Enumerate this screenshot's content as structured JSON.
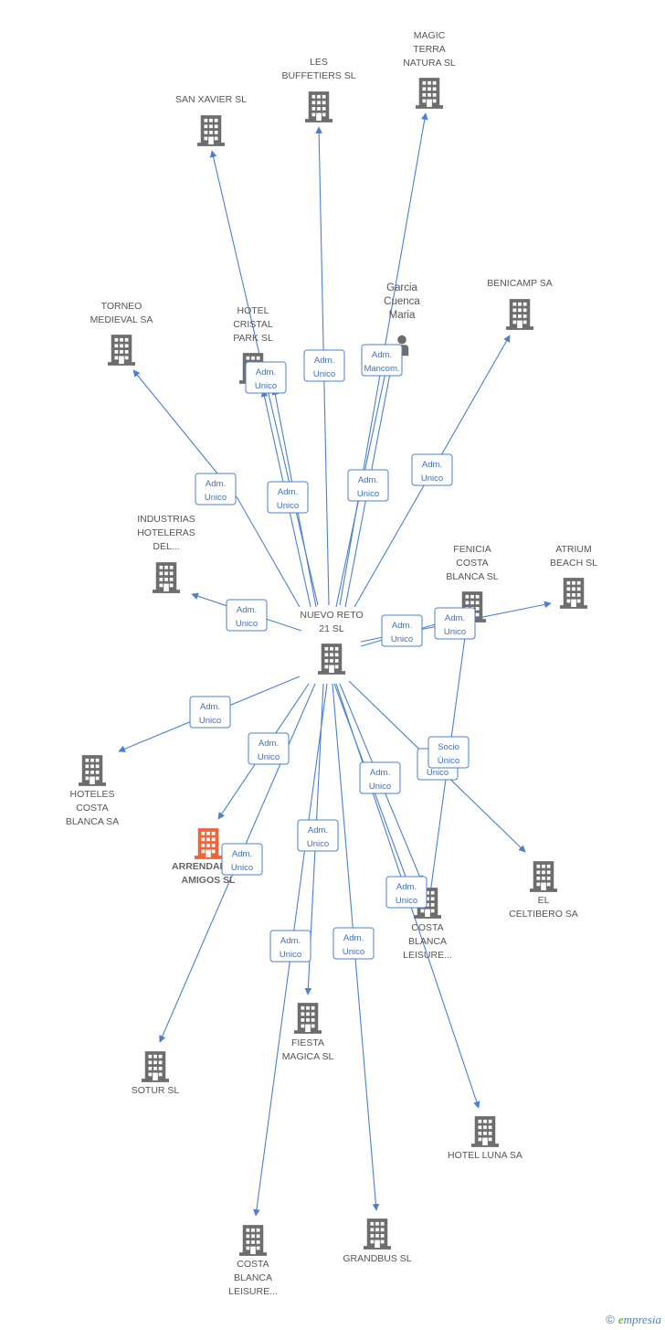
{
  "center": {
    "id": "nuevo",
    "label": [
      "NUEVO RETO",
      "21 SL"
    ]
  },
  "nodes": [
    {
      "id": "sanxavier",
      "label": [
        "SAN XAVIER SL"
      ],
      "type": "company"
    },
    {
      "id": "lesbuffetiers",
      "label": [
        "LES",
        "BUFFETIERS SL"
      ],
      "type": "company"
    },
    {
      "id": "magicterra",
      "label": [
        "MAGIC",
        "TERRA",
        "NATURA  SL"
      ],
      "type": "company"
    },
    {
      "id": "torneo",
      "label": [
        "TORNEO",
        "MEDIEVAL SA"
      ],
      "type": "company"
    },
    {
      "id": "hotelcristal",
      "label": [
        "HOTEL",
        "CRISTAL",
        "PARK SL"
      ],
      "type": "company"
    },
    {
      "id": "garcia",
      "label": [
        "Garcia",
        "Cuenca",
        "Maria"
      ],
      "type": "person"
    },
    {
      "id": "benicamp",
      "label": [
        "BENICAMP SA"
      ],
      "type": "company"
    },
    {
      "id": "industrias",
      "label": [
        "INDUSTRIAS",
        "HOTELERAS",
        "DEL..."
      ],
      "type": "company"
    },
    {
      "id": "fenicia",
      "label": [
        "FENICIA",
        "COSTA",
        "BLANCA SL"
      ],
      "type": "company"
    },
    {
      "id": "atrium",
      "label": [
        "ATRIUM",
        "BEACH SL"
      ],
      "type": "company"
    },
    {
      "id": "hotelescosta",
      "label": [
        "HOTELES",
        "COSTA",
        "BLANCA SA"
      ],
      "type": "company"
    },
    {
      "id": "arrendamientos",
      "label": [
        "ARRENDAMIE...",
        "AMIGOS SL"
      ],
      "type": "company",
      "highlight": true
    },
    {
      "id": "elceltibero",
      "label": [
        "EL",
        "CELTIBERO SA"
      ],
      "type": "company"
    },
    {
      "id": "costablanca1",
      "label": [
        "COSTA",
        "BLANCA",
        "LEISURE..."
      ],
      "type": "company"
    },
    {
      "id": "fiesta",
      "label": [
        "FIESTA",
        "MAGICA SL"
      ],
      "type": "company"
    },
    {
      "id": "sotur",
      "label": [
        "SOTUR SL"
      ],
      "type": "company"
    },
    {
      "id": "hotelluna",
      "label": [
        "HOTEL LUNA SA"
      ],
      "type": "company"
    },
    {
      "id": "costablanca2",
      "label": [
        "COSTA",
        "BLANCA",
        "LEISURE..."
      ],
      "type": "company"
    },
    {
      "id": "grandbus",
      "label": [
        "GRANDBUS SL"
      ],
      "type": "company"
    }
  ],
  "badges": [
    [
      "Adm.",
      "Unico"
    ],
    [
      "Adm.",
      "Unico"
    ],
    [
      "Adm.",
      "Mancom."
    ],
    [
      "Adm.",
      "Unico"
    ],
    [
      "Adm.",
      "Unico"
    ],
    [
      "Adm.",
      "Unico"
    ],
    [
      "Adm.",
      "Unico"
    ],
    [
      "Adm.",
      "Unico"
    ],
    [
      "Adm.",
      "Unico"
    ],
    [
      "Adm.",
      "Unico"
    ],
    [
      "Adm.",
      "Unico"
    ],
    [
      "Adm.",
      "Unico"
    ],
    [
      "Adm.",
      "Unico"
    ],
    [
      "Adm.",
      "Unico"
    ],
    [
      "Socio",
      "Único"
    ],
    [
      "Adm.",
      "Unico"
    ],
    [
      "Adm.",
      "Unico"
    ],
    [
      "Adm.",
      "Unico"
    ],
    [
      "Adm.",
      "Unico"
    ],
    [
      "Adm.",
      "Unico"
    ]
  ],
  "footer": {
    "copyright": "©",
    "brand_e": "e",
    "brand_rest": "mpresia"
  },
  "colors": {
    "edge": "#4a7fd4",
    "building": "#6d6d6d",
    "highlight": "#f0643a"
  }
}
